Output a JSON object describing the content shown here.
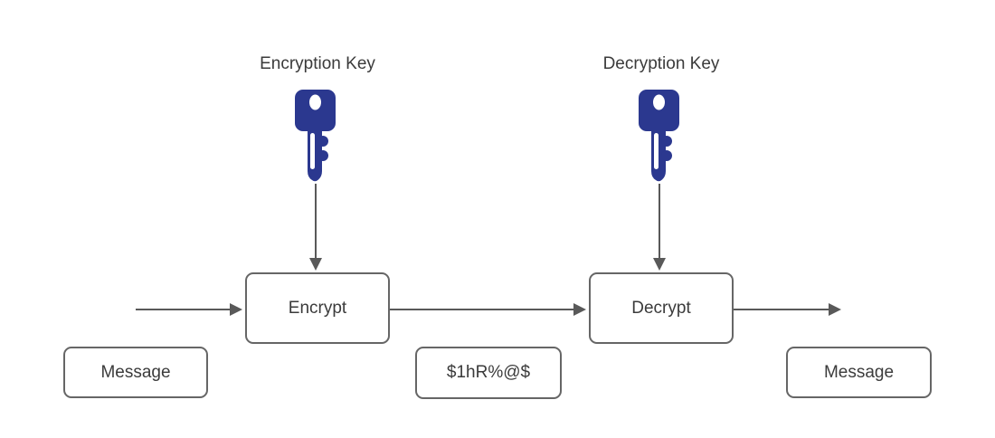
{
  "diagram": {
    "type": "flow",
    "key_labels": {
      "encryption": "Encryption Key",
      "decryption": "Decryption Key"
    },
    "nodes": {
      "encrypt": {
        "label": "Encrypt"
      },
      "decrypt": {
        "label": "Decrypt"
      },
      "message_input": {
        "label": "Message"
      },
      "ciphertext": {
        "label": "$1hR%@$"
      },
      "message_output": {
        "label": "Message"
      }
    },
    "icons": {
      "encryption_key": "key-icon",
      "decryption_key": "key-icon"
    },
    "arrows": [
      "input-to-encrypt",
      "encrypt-to-decrypt",
      "decrypt-to-output",
      "encryption-key-to-encrypt",
      "decryption-key-to-decrypt"
    ],
    "colors": {
      "key_fill": "#2b388f",
      "box_border": "#666666",
      "arrow": "#595959",
      "text": "#3b3b3b",
      "background": "#ffffff"
    }
  }
}
